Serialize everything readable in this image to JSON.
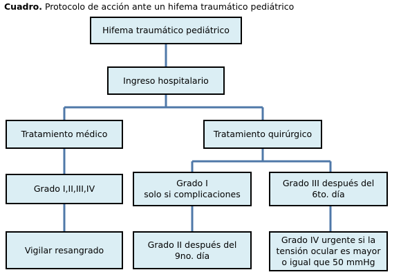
{
  "caption": {
    "label": "Cuadro.",
    "text": "Protocolo de acción ante un hifema traumático pediátrico"
  },
  "colors": {
    "box_fill": "#dbeef4",
    "box_border": "#000000",
    "connector": "#4f78a8"
  },
  "nodes": {
    "root": "Hifema traumático pediátrico",
    "ingreso": "Ingreso hospitalario",
    "medico": "Tratamiento médico",
    "quirurgico": "Tratamiento quirúrgico",
    "grados_medico": "Grado I,II,III,IV",
    "grado1_line1": "Grado I",
    "grado1_line2": "solo si complicaciones",
    "grado3_line1": "Grado III  después del",
    "grado3_line2": "6to. día",
    "vigilar": "Vigilar resangrado",
    "grado2_line1": "Grado II después del",
    "grado2_line2": "9no. día",
    "grado4_line1": "Grado IV urgente si la",
    "grado4_line2": "tensión ocular es mayor",
    "grado4_line3": "o igual que 50 mmHg"
  }
}
